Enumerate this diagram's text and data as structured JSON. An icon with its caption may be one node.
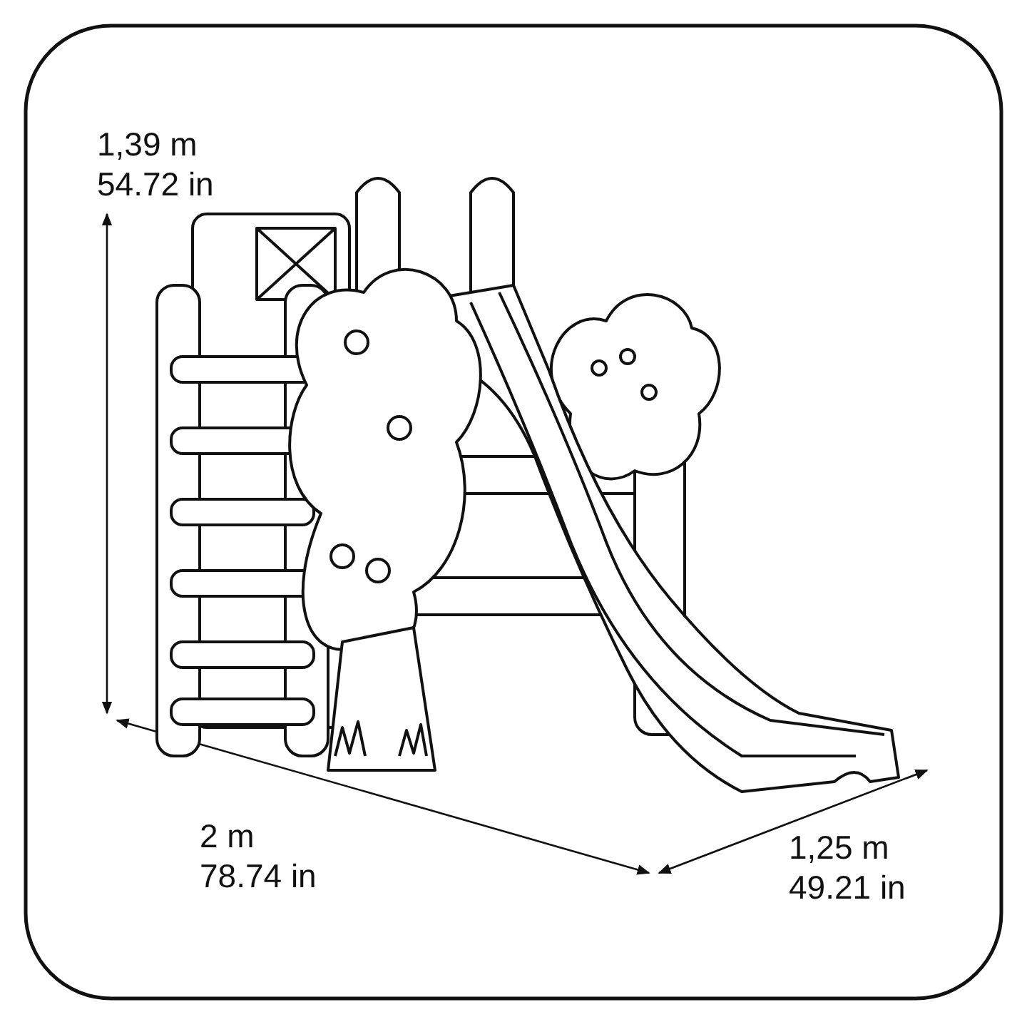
{
  "diagram": {
    "labels": [
      "1,39 m",
      "54.72 in",
      "2 m",
      "78.74 in",
      "1,25 m",
      "49.21 in"
    ]
  }
}
